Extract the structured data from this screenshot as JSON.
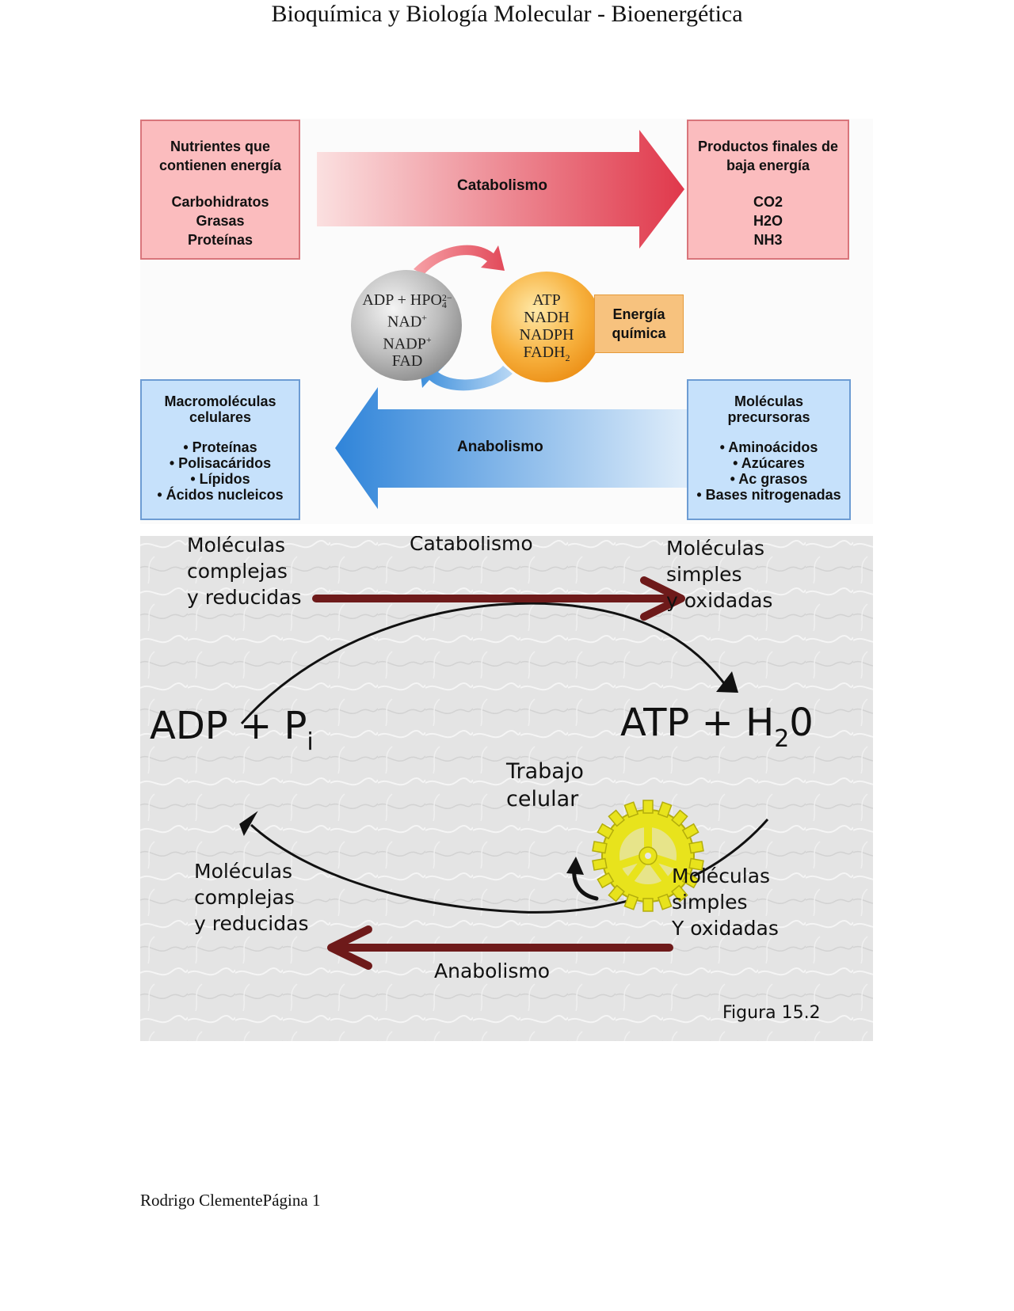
{
  "header": {
    "title": "Bioquímica y Biología Molecular - Bioenergética"
  },
  "figure1": {
    "nutrients": {
      "heading": [
        "Nutrientes que",
        "contienen energía"
      ],
      "items": [
        "Carbohidratos",
        "Grasas",
        "Proteínas"
      ]
    },
    "products": {
      "heading": [
        "Productos finales de",
        "baja energía"
      ],
      "items": [
        "CO2",
        "H2O",
        "NH3"
      ]
    },
    "catabolism_label": "Catabolismo",
    "anabolism_label": "Anabolismo",
    "gray_circle": {
      "lines": [
        "ADP + HPO",
        "NAD",
        "NADP",
        "FAD"
      ],
      "sup1": "2−",
      "sub1": "4",
      "sup": "+"
    },
    "orange_circle": {
      "lines": [
        "ATP",
        "NADH",
        "NADPH",
        "FADH"
      ],
      "sub": "2"
    },
    "energy_box": [
      "Energía",
      "química"
    ],
    "macromolecules": {
      "heading": [
        "Macromoléculas",
        "celulares"
      ],
      "items": [
        "• Proteínas",
        "• Polisacáridos",
        "• Lípidos",
        "• Ácidos nucleicos"
      ]
    },
    "precursors": {
      "heading": [
        "Moléculas",
        "precursoras"
      ],
      "items": [
        "• Aminoácidos",
        "• Azúcares",
        "• Ac grasos",
        "• Bases nitrogenadas"
      ]
    },
    "colors": {
      "red_box": "#fbbcbe",
      "blue_box": "#c6e1fb",
      "orange": "#f5a43a",
      "gray": "#a8a8a8"
    }
  },
  "figure2": {
    "top_left": [
      "Moléculas",
      "complejas",
      "y reducidas"
    ],
    "top_center": "Catabolismo",
    "top_right": [
      "Moléculas",
      "simples",
      "y oxidadas"
    ],
    "left_big": {
      "text": "ADP + P",
      "sub": "i"
    },
    "right_big": {
      "text": "ATP + H",
      "sub": "2",
      "tail": "0"
    },
    "work": [
      "Trabajo",
      "celular"
    ],
    "bottom_left": [
      "Moléculas",
      "complejas",
      "y reducidas"
    ],
    "bottom_center": "Anabolismo",
    "bottom_right": [
      "Moléculas",
      "simples",
      "Y oxidadas"
    ],
    "caption": "Figura 15.2",
    "colors": {
      "arrow": "#6e1a1a",
      "gear": "#e6e31c"
    }
  },
  "footer": {
    "text": "Rodrigo ClementePágina 1"
  }
}
